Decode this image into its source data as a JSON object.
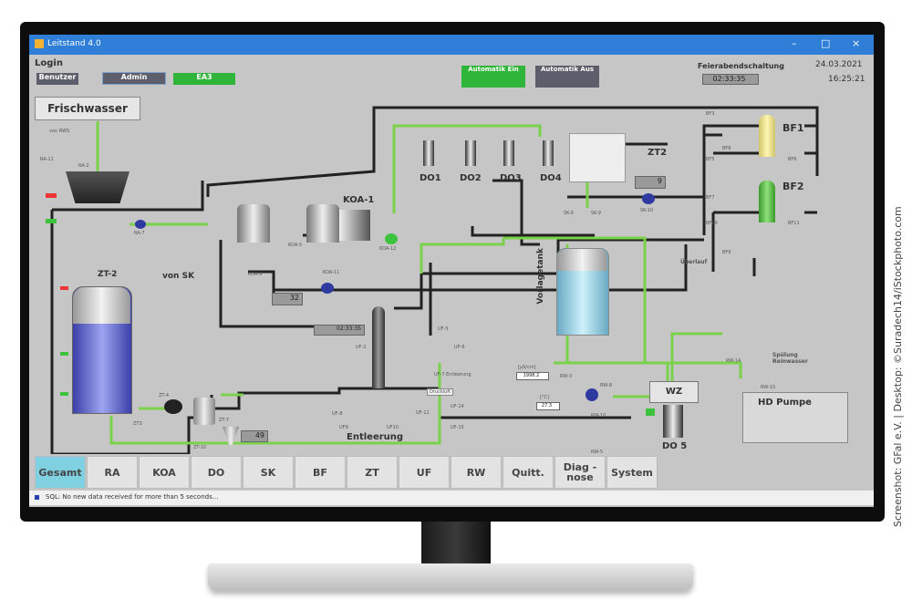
{
  "window": {
    "title": "Leitstand 4.0",
    "min": "–",
    "max": "□",
    "close": "×"
  },
  "header": {
    "login_label": "Login",
    "user_button": "Benutzer",
    "admin_button": "Admin",
    "ea_button": "EA3",
    "auto_on": "Automatik Ein",
    "auto_off": "Automatik Aus",
    "feierabend_label": "Feierabendschaltung",
    "feierabend_value": "02:33:35",
    "date": "24.03.2021",
    "time": "16:25:21"
  },
  "diagram": {
    "frischwasser": "Frischwasser",
    "von_rws": "von RWS",
    "ra11": "RA-11",
    "ra2": "RA-2",
    "ra7": "RA-7",
    "koa1": "KOA-1",
    "koa5": "KOA-5",
    "koa9": "KOA-9",
    "koa11": "KOA-11",
    "koa12": "KOA-12",
    "koa_value": "32",
    "do1": "DO1",
    "do2": "DO2",
    "do3": "DO3",
    "do4": "DO4",
    "zt2_arrow": "ZT2",
    "sk_value": "9",
    "sk6": "SK-6",
    "sk9": "SK-9",
    "sk10": "SK-10",
    "bf1": "BF1",
    "bf2": "BF2",
    "bf3": "BF3",
    "bf5": "BF5",
    "bf6": "BF6",
    "bf7": "BF7",
    "bf8": "BF8",
    "bf9": "BF9",
    "bf10": "BF10",
    "bf11": "BF11",
    "ueberlauf": "Überlauf",
    "vorlagetank": "Vorlagetank",
    "zt2_tank": "ZT-2",
    "von_sk": "von SK",
    "zt3": "ZT3",
    "zt4": "ZT-4",
    "zt7": "ZT-7",
    "zt10": "ZT-10",
    "zt_value": "49",
    "uf_timer": "02:33:35",
    "uf2": "UF-2",
    "uf5": "UF-5",
    "uf6": "UF-6",
    "uf7": "UF-7 Entleerung",
    "druckluft": "Druckluft",
    "uf8": "UF-8",
    "uf9": "UF9",
    "uf10": "UF10",
    "uf11": "UF-11",
    "uf14": "UF-14",
    "uf15": "UF-15",
    "entleerung": "Entleerung",
    "cond_unit": "[µS/cm]",
    "cond_value": "1998.2",
    "temp_unit": "[°C]",
    "temp_value": "27.3",
    "rw3": "RW-3",
    "rw5": "RW-5",
    "rw8": "RW-8",
    "rw10": "RW-10",
    "rw14": "RW-14",
    "rw15": "RW-15",
    "spuelung": "Spülung Reinwasser",
    "wz": "WZ",
    "do5": "DO 5",
    "hd_pumpe": "HD Pumpe"
  },
  "tabs": [
    "Gesamt",
    "RA",
    "KOA",
    "DO",
    "SK",
    "BF",
    "ZT",
    "UF",
    "RW",
    "Quitt.",
    "Diag -nose",
    "System"
  ],
  "status": {
    "message": "SQL: No new data received for more than 5 seconds..."
  },
  "credit": "Screenshot: GFal e.V. | Desktop: ©Suradech14/iStockphoto.com",
  "colors": {
    "green": "#3cc23c",
    "pipe_green": "#7ad14a",
    "blue_tank": "#4a52c8",
    "cyan_tank": "#9fdcf0",
    "active_tab": "#7fd0e0"
  }
}
